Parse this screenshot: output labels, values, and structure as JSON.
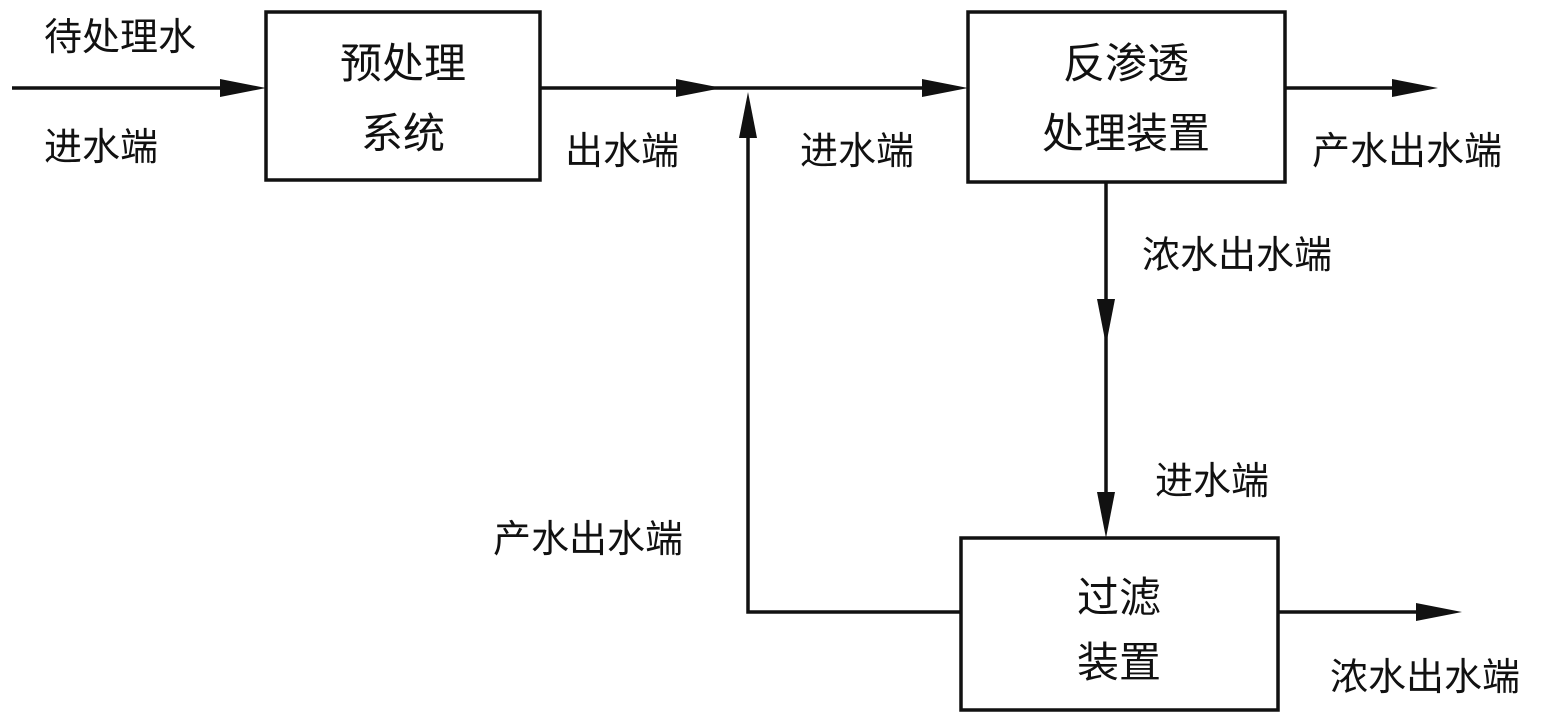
{
  "boxes": {
    "pretreatment": {
      "line1": "预处理",
      "line2": "系统"
    },
    "ro": {
      "line1": "反渗透",
      "line2": "处理装置"
    },
    "filter": {
      "line1": "过滤",
      "line2": "装置"
    }
  },
  "labels": {
    "raw_water": "待处理水",
    "pre_inlet": "进水端",
    "pre_outlet": "出水端",
    "ro_inlet": "进水端",
    "ro_product_outlet": "产水出水端",
    "ro_concentrate_outlet": "浓水出水端",
    "filter_inlet": "进水端",
    "filter_product_outlet": "产水出水端",
    "filter_concentrate_outlet": "浓水出水端"
  }
}
